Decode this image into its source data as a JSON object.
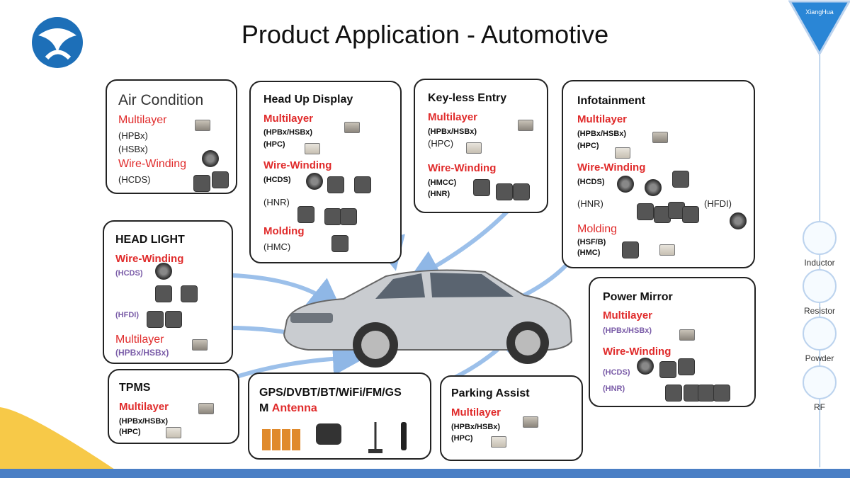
{
  "title": "Product Application - Automotive",
  "brand": "XiangHua",
  "rail": [
    "Inductor",
    "Resistor",
    "Powder",
    "RF"
  ],
  "boxes": {
    "air": {
      "title": "Air Condition",
      "multilayer": "Multilayer",
      "tag1": "(HPBx)",
      "tag2": "(HSBx)",
      "wire": "Wire-Winding",
      "tag3": "(HCDS)"
    },
    "hud": {
      "title": "Head Up Display",
      "multilayer": "Multilayer",
      "tag1": "(HPBx/HSBx)",
      "tag2": "(HPC)",
      "wire": "Wire-Winding",
      "tag3": "(HCDS)",
      "tag4": "(HNR)",
      "molding": "Molding",
      "tag5": "(HMC)"
    },
    "keyless": {
      "title": "Key-less Entry",
      "multilayer": "Multilayer",
      "tag1": "(HPBx/HSBx)",
      "tag2": "(HPC)",
      "wire": "Wire-Winding",
      "tag3": "(HMCC)",
      "tag4": "(HNR)"
    },
    "info": {
      "title": "Infotainment",
      "multilayer": "Multilayer",
      "tag1": "(HPBx/HSBx)",
      "tag2": "(HPC)",
      "wire": "Wire-Winding",
      "tag3": "(HCDS)",
      "tag4": "(HNR)",
      "tag5": "(HFDI)",
      "molding": "Molding",
      "tag6": "(HSF/B)",
      "tag7": "(HMC)"
    },
    "headlight": {
      "title": "HEAD LIGHT",
      "wire": "Wire-Winding",
      "tag1": "(HCDS)",
      "tag2": "(HFDI)",
      "multilayer": "Multilayer",
      "tag3": "(HPBx/HSBx)"
    },
    "mirror": {
      "title": "Power Mirror",
      "multilayer": "Multilayer",
      "tag1": "(HPBx/HSBx)",
      "wire": "Wire-Winding",
      "tag2": "(HCDS)",
      "tag3": "(HNR)"
    },
    "tpms": {
      "title": "TPMS",
      "multilayer": "Multilayer",
      "tag1": "(HPBx/HSBx)",
      "tag2": "(HPC)"
    },
    "gps": {
      "title": "GPS/DVBT/BT/WiFi/FM/GS",
      "title2": "M",
      "antenna": "Antenna"
    },
    "parking": {
      "title": "Parking Assist",
      "multilayer": "Multilayer",
      "tag1": "(HPBx/HSBx)",
      "tag2": "(HPC)"
    }
  }
}
